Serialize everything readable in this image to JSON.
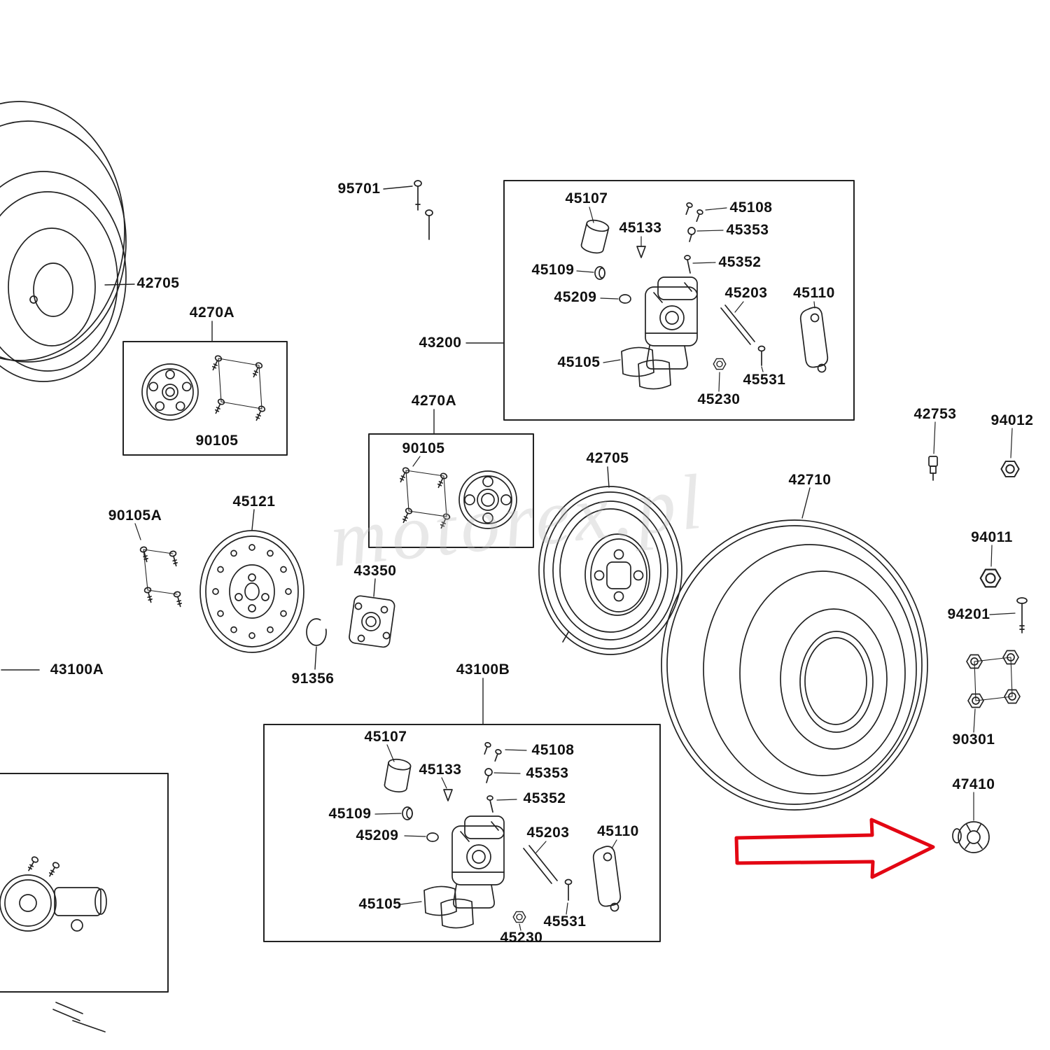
{
  "diagram": {
    "watermark": "motorex.pl",
    "line_color": "#222222",
    "background": "#ffffff",
    "highlight": {
      "arrow_color": "#e30613",
      "points_to_part": "47410"
    }
  },
  "labels": [
    {
      "id": "42705-front",
      "text": "42705"
    },
    {
      "id": "4270A-front",
      "text": "4270A"
    },
    {
      "id": "90105-front",
      "text": "90105"
    },
    {
      "id": "95701",
      "text": "95701"
    },
    {
      "id": "43200",
      "text": "43200"
    },
    {
      "id": "45107-a",
      "text": "45107"
    },
    {
      "id": "45108-a",
      "text": "45108"
    },
    {
      "id": "45133-a",
      "text": "45133"
    },
    {
      "id": "45353-a",
      "text": "45353"
    },
    {
      "id": "45109-a",
      "text": "45109"
    },
    {
      "id": "45352-a",
      "text": "45352"
    },
    {
      "id": "45209-a",
      "text": "45209"
    },
    {
      "id": "45203-a",
      "text": "45203"
    },
    {
      "id": "45110-a",
      "text": "45110"
    },
    {
      "id": "45105-a",
      "text": "45105"
    },
    {
      "id": "45531-a",
      "text": "45531"
    },
    {
      "id": "45230-a",
      "text": "45230"
    },
    {
      "id": "4270A-rear",
      "text": "4270A"
    },
    {
      "id": "90105-rear",
      "text": "90105"
    },
    {
      "id": "90105A",
      "text": "90105A"
    },
    {
      "id": "45121",
      "text": "45121"
    },
    {
      "id": "42705-rear",
      "text": "42705"
    },
    {
      "id": "42710",
      "text": "42710"
    },
    {
      "id": "42753",
      "text": "42753"
    },
    {
      "id": "94012",
      "text": "94012"
    },
    {
      "id": "94011",
      "text": "94011"
    },
    {
      "id": "94201",
      "text": "94201"
    },
    {
      "id": "90301",
      "text": "90301"
    },
    {
      "id": "47410",
      "text": "47410"
    },
    {
      "id": "43350",
      "text": "43350"
    },
    {
      "id": "91356",
      "text": "91356"
    },
    {
      "id": "43100A",
      "text": "43100A"
    },
    {
      "id": "43100B",
      "text": "43100B"
    },
    {
      "id": "45107-b",
      "text": "45107"
    },
    {
      "id": "45108-b",
      "text": "45108"
    },
    {
      "id": "45133-b",
      "text": "45133"
    },
    {
      "id": "45353-b",
      "text": "45353"
    },
    {
      "id": "45352-b",
      "text": "45352"
    },
    {
      "id": "45109-b",
      "text": "45109"
    },
    {
      "id": "45209-b",
      "text": "45209"
    },
    {
      "id": "45203-b",
      "text": "45203"
    },
    {
      "id": "45110-b",
      "text": "45110"
    },
    {
      "id": "45105-b",
      "text": "45105"
    },
    {
      "id": "45531-b",
      "text": "45531"
    },
    {
      "id": "45230-b",
      "text": "45230"
    }
  ]
}
